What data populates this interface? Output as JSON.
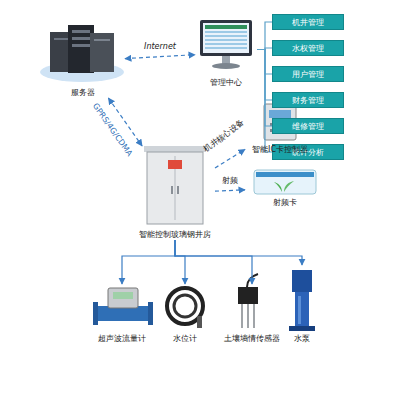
{
  "diagram": {
    "nodes": [
      {
        "text": [
          "服务器"
        ]
      },
      {
        "text": [
          "管理中心"
        ]
      },
      {
        "text": [
          "机井管理"
        ]
      },
      {
        "text": [
          "水权管理"
        ]
      },
      {
        "text": [
          "用户管理"
        ]
      },
      {
        "text": [
          "财务管理"
        ]
      },
      {
        "text": [
          "维修管理"
        ]
      },
      {
        "text": [
          "统计分析"
        ]
      },
      {
        "text": [
          "智能控制玻璃钢井房"
        ]
      },
      {
        "text": [
          "智能IC卡控制器"
        ]
      },
      {
        "text": [
          "射频卡"
        ]
      },
      {
        "text": [
          "超声波流量计"
        ]
      },
      {
        "text": [
          "水位计"
        ]
      },
      {
        "text": [
          "土壤墒情传感器"
        ]
      },
      {
        "text": [
          "水泵"
        ]
      }
    ],
    "edges": [
      {
        "from": 0,
        "to": 1,
        "label": "Internet",
        "arrow": "both"
      },
      {
        "from": 0,
        "to": 8,
        "label": "GPRS/4G/CDMA",
        "arrow": "both"
      },
      {
        "from": 1,
        "to": 2,
        "arrow": "none"
      },
      {
        "from": 1,
        "to": 3,
        "arrow": "none"
      },
      {
        "from": 1,
        "to": 4,
        "arrow": "none"
      },
      {
        "from": 1,
        "to": 5,
        "arrow": "none"
      },
      {
        "from": 1,
        "to": 6,
        "arrow": "none"
      },
      {
        "from": 1,
        "to": 7,
        "arrow": "none"
      },
      {
        "from": 8,
        "to": 9,
        "label": "机井核心设备",
        "arrow": "to"
      },
      {
        "from": 8,
        "to": 10,
        "label": "射频",
        "arrow": "to"
      },
      {
        "from": 8,
        "to": 11,
        "arrow": "to"
      },
      {
        "from": 8,
        "to": 12,
        "arrow": "to"
      },
      {
        "from": 8,
        "to": 13,
        "arrow": "to"
      },
      {
        "from": 8,
        "to": 14,
        "arrow": "to"
      }
    ]
  }
}
